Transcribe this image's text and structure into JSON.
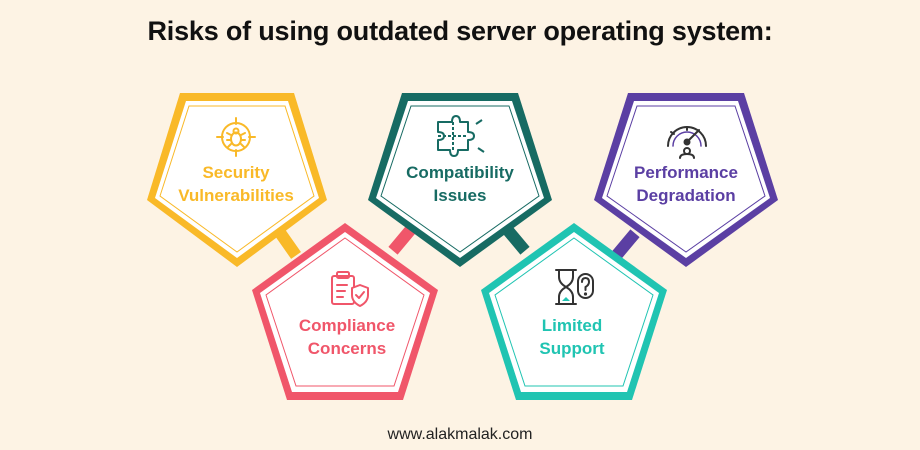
{
  "title": "Risks of using outdated server operating system:",
  "footer": "www.alakmalak.com",
  "colors": {
    "background": "#fdf3e4",
    "security": "#f9b928",
    "compliance": "#f0566a",
    "compatibility": "#176b63",
    "limited_support": "#20c4b2",
    "performance": "#5b3fa3",
    "icon": "#333333"
  },
  "risks": [
    {
      "id": "security",
      "line1": "Security",
      "line2": "Vulnerabilities",
      "icon": "bug-target-icon"
    },
    {
      "id": "compliance",
      "line1": "Compliance",
      "line2": "Concerns",
      "icon": "clipboard-shield-icon"
    },
    {
      "id": "compatibility",
      "line1": "Compatibility",
      "line2": "Issues",
      "icon": "puzzle-icon"
    },
    {
      "id": "limited_support",
      "line1": "Limited",
      "line2": "Support",
      "icon": "hourglass-question-icon"
    },
    {
      "id": "performance",
      "line1": "Performance",
      "line2": "Degradation",
      "icon": "speedometer-icon"
    }
  ]
}
